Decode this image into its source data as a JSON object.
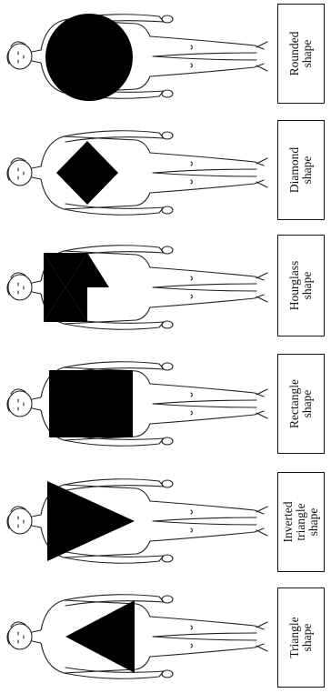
{
  "diagram": {
    "ink_color": "#000000",
    "outline_color": "#222222",
    "figures": [
      {
        "shape": "rounded",
        "label": "Rounded\nshape"
      },
      {
        "shape": "diamond",
        "label": "Diamond\nshape"
      },
      {
        "shape": "hourglass",
        "label": "Hourglass\nshape"
      },
      {
        "shape": "rectangle",
        "label": "Rectangle\nshape"
      },
      {
        "shape": "inverted-triangle",
        "label": "Inverted\ntriangle\nshape"
      },
      {
        "shape": "triangle",
        "label": "Triangle\nshape"
      }
    ]
  }
}
